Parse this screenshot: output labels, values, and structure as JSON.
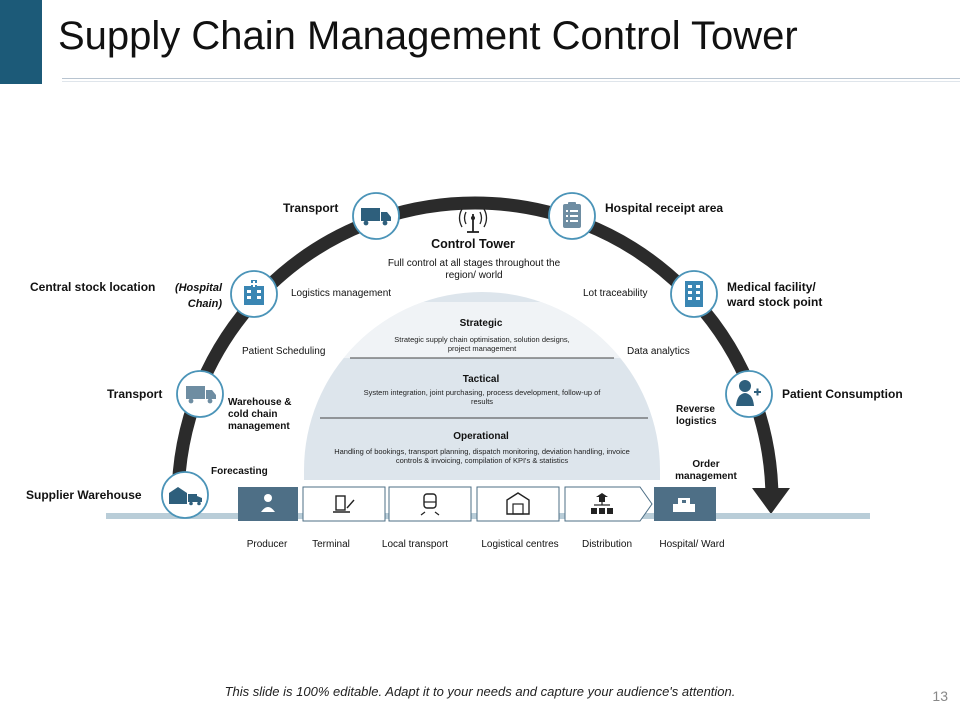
{
  "slide": {
    "title": "Supply Chain Management Control Tower",
    "footer": "This slide is 100% editable. Adapt it to your needs and capture your audience's attention.",
    "page_number": "13"
  },
  "control_tower": {
    "title": "Control Tower",
    "subtitle": "Full control at all stages throughout the region/ world"
  },
  "outer_nodes": {
    "supplier_warehouse": "Supplier Warehouse",
    "transport_left": "Transport",
    "central_stock": "Central stock location",
    "central_stock_note": "(Hospital Chain)",
    "transport_top": "Transport",
    "hospital_receipt": "Hospital receipt area",
    "medical_facility": "Medical facility/ ward stock point",
    "patient_consumption": "Patient Consumption"
  },
  "inner_labels": {
    "forecasting": "Forecasting",
    "warehouse_cold": "Warehouse & cold chain management",
    "patient_scheduling": "Patient Scheduling",
    "logistics_management": "Logistics management",
    "lot_traceability": "Lot traceability",
    "data_analytics": "Data analytics",
    "reverse_logistics": "Reverse logistics",
    "order_management": "Order management"
  },
  "levels": {
    "strategic_title": "Strategic",
    "strategic_text": "Strategic supply chain optimisation, solution designs, project management",
    "tactical_title": "Tactical",
    "tactical_text": "System integration, joint purchasing, process development, follow-up of results",
    "operational_title": "Operational",
    "operational_text": "Handling of bookings, transport planning, dispatch monitoring, deviation handling, invoice controls & invoicing, compilation of KPI's & statistics"
  },
  "stages": [
    "Producer",
    "Terminal",
    "Local transport",
    "Logistical centres",
    "Distribution",
    "Hospital/ Ward"
  ],
  "colors": {
    "accent": "#1c5a78",
    "arc": "#2b2b2b",
    "node_border": "#4b94b8",
    "dome": "#dde5ec",
    "stage_box_dark": "#4e6f86",
    "baseline": "#b9cdd8"
  },
  "icons": {
    "transport": "truck-icon",
    "hospital_receipt": "clipboard-icon",
    "central_stock": "hospital-icon",
    "medical_facility": "building-icon",
    "patient_consumption": "doctor-icon",
    "supplier_warehouse": "warehouse-icon",
    "control_tower": "antenna-icon"
  }
}
